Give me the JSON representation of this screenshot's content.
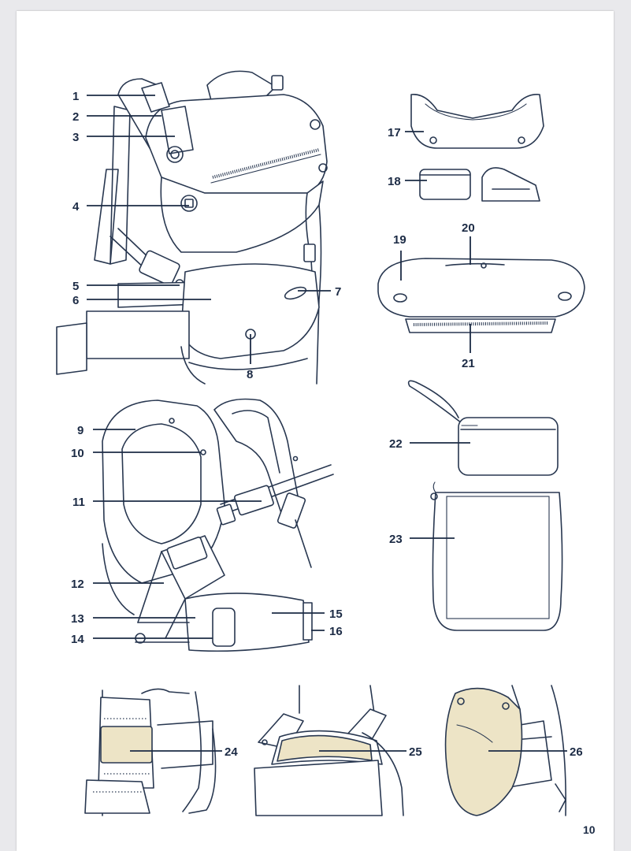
{
  "page_number": "10",
  "callouts": [
    {
      "id": "c1",
      "label": "1"
    },
    {
      "id": "c2",
      "label": "2"
    },
    {
      "id": "c3",
      "label": "3"
    },
    {
      "id": "c4",
      "label": "4"
    },
    {
      "id": "c5",
      "label": "5"
    },
    {
      "id": "c6",
      "label": "6"
    },
    {
      "id": "c7",
      "label": "7"
    },
    {
      "id": "c8",
      "label": "8"
    },
    {
      "id": "c9",
      "label": "9"
    },
    {
      "id": "c10",
      "label": "10"
    },
    {
      "id": "c11",
      "label": "11"
    },
    {
      "id": "c12",
      "label": "12"
    },
    {
      "id": "c13",
      "label": "13"
    },
    {
      "id": "c14",
      "label": "14"
    },
    {
      "id": "c15",
      "label": "15"
    },
    {
      "id": "c16",
      "label": "16"
    },
    {
      "id": "c17",
      "label": "17"
    },
    {
      "id": "c18",
      "label": "18"
    },
    {
      "id": "c19",
      "label": "19"
    },
    {
      "id": "c20",
      "label": "20"
    },
    {
      "id": "c21",
      "label": "21"
    },
    {
      "id": "c22",
      "label": "22"
    },
    {
      "id": "c23",
      "label": "23"
    },
    {
      "id": "c24",
      "label": "24"
    },
    {
      "id": "c25",
      "label": "25"
    },
    {
      "id": "c26",
      "label": "26"
    }
  ],
  "colors": {
    "line": "#283750",
    "label": "#1c2b45",
    "highlight": "#ede4c6",
    "paper": "#ffffff",
    "backdrop": "#e9e9ec"
  }
}
